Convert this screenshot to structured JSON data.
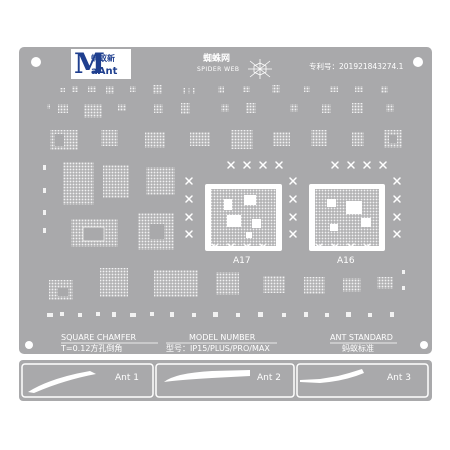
{
  "brand": {
    "letter": "M",
    "cn": "蚂蚁新",
    "en": "aAnt"
  },
  "header": {
    "cn_title": "蜘蛛网",
    "en_title": "SPIDER WEB",
    "patent": "专利号：201921843274.1"
  },
  "chips": {
    "left": "A17",
    "right": "A16"
  },
  "footer": {
    "square_title": "SQUARE CHAMFER",
    "square_sub": "T=0.12方孔倒角",
    "model_title": "MODEL NUMBER",
    "model_sub": "型号：IP15/PLUS/PRO/MAX",
    "ant_title": "ANT STANDARD",
    "ant_sub": "蚂蚁标准"
  },
  "tools": [
    "Ant 1",
    "Ant 2",
    "Ant 3"
  ],
  "colors": {
    "plate": "#a9a9ab",
    "hole": "#f4f4f4",
    "brand": "#1f3f8f",
    "label": "#ffffff"
  }
}
